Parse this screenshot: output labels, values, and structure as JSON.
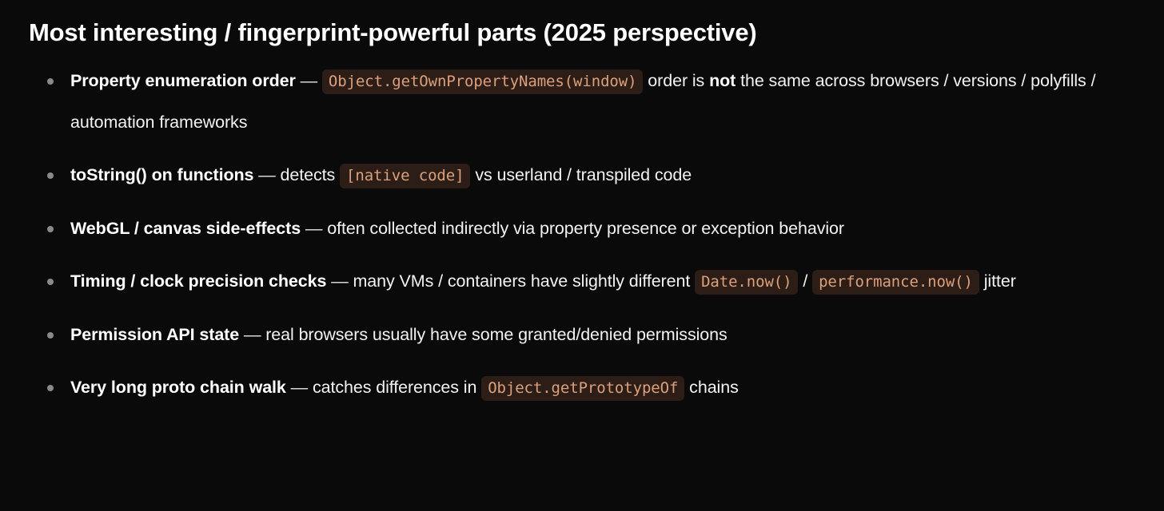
{
  "slide": {
    "background_color": "#0a0a0a",
    "title": "Most interesting / fingerprint-powerful parts (2025 perspective)",
    "bullet_marker_color": "#8a8a8a",
    "code_bg_color": "#2c1d16",
    "code_text_color": "#dca07c",
    "body_text_color": "#f2f2f2",
    "bullets": [
      {
        "lead": "Property enumeration order",
        "dash": "—",
        "code_1": "Object.getOwnPropertyNames(window)",
        "text_1": " order is ",
        "strong_1": "not",
        "text_2": " the same across browsers / versions / polyfills / automation frameworks"
      },
      {
        "lead": "toString() on functions",
        "dash": "—",
        "text_1": " detects ",
        "code_1": "[native code]",
        "text_2": " vs userland / transpiled code"
      },
      {
        "lead": "WebGL / canvas side-effects",
        "dash": "—",
        "text_1": " often collected indirectly via property presence or exception behavior"
      },
      {
        "lead": "Timing / clock precision checks",
        "dash": "—",
        "text_1": " many VMs / containers have slightly different ",
        "code_1": "Date.now()",
        "text_2": " / ",
        "code_2": "performance.now()",
        "text_3": " jitter"
      },
      {
        "lead": "Permission API state",
        "dash": "—",
        "text_1": " real browsers usually have some granted/denied permissions"
      },
      {
        "lead": "Very long proto chain walk",
        "dash": "—",
        "text_1": " catches differences in ",
        "code_1": "Object.getPrototypeOf",
        "text_2": " chains"
      }
    ]
  }
}
